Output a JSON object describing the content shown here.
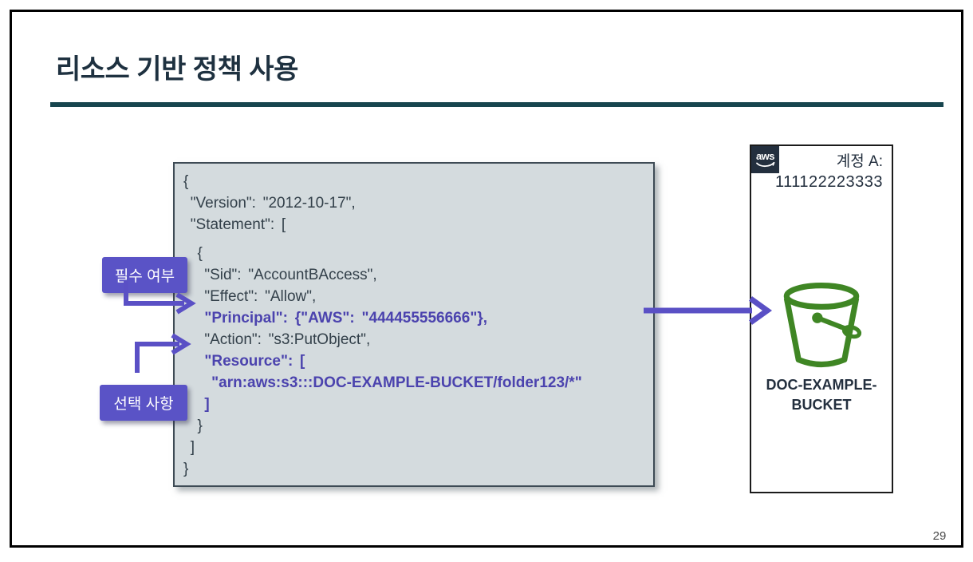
{
  "title": "리소스 기반 정책 사용",
  "page_number": "29",
  "labels": {
    "required": "필수 여부",
    "optional": "선택 사항"
  },
  "code": {
    "lines": [
      {
        "text": "{",
        "highlight": false
      },
      {
        "text": " \"Version\": \"2012-10-17\",",
        "highlight": false
      },
      {
        "text": " \"Statement\": [",
        "highlight": false
      },
      {
        "text": "",
        "highlight": false,
        "blank": true
      },
      {
        "text": "  {",
        "highlight": false
      },
      {
        "text": "   \"Sid\": \"AccountBAccess\",",
        "highlight": false
      },
      {
        "text": "   \"Effect\": \"Allow\",",
        "highlight": false
      },
      {
        "text": "   \"Principal\": {\"AWS\": \"444455556666\"},",
        "highlight": true
      },
      {
        "text": "   \"Action\": \"s3:PutObject\",",
        "highlight": false
      },
      {
        "text": "   \"Resource\": [",
        "highlight": true
      },
      {
        "text": "    \"arn:aws:s3:::DOC-EXAMPLE-BUCKET/folder123/*\"",
        "highlight": true
      },
      {
        "text": "   ]",
        "highlight": true
      },
      {
        "text": "  }",
        "highlight": false
      },
      {
        "text": " ]",
        "highlight": false
      },
      {
        "text": "}",
        "highlight": false
      }
    ]
  },
  "account": {
    "aws_logo_text": "aws",
    "title": "계정 A:",
    "id": "111122223333",
    "bucket_line1": "DOC-EXAMPLE-",
    "bucket_line2": "BUCKET"
  },
  "colors": {
    "accent_purple": "#5A53C6",
    "code_highlight_purple": "#4B43AE",
    "bucket_green": "#3F8624",
    "title_navy": "#1E3140",
    "rule_teal": "#17454E",
    "code_background": "#D4DBDE",
    "aws_logo_background": "#232F3E"
  }
}
